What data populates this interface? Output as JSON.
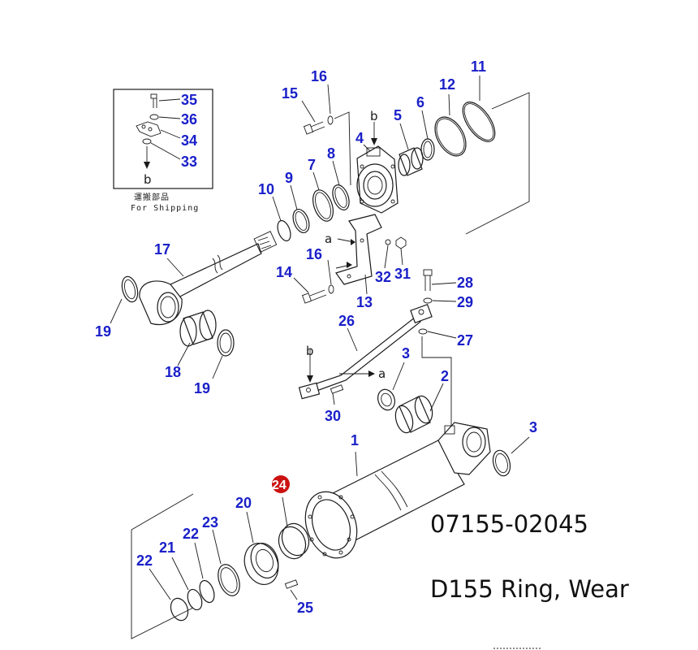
{
  "callouts": {
    "c1": "1",
    "c2": "2",
    "c3a": "3",
    "c3b": "3",
    "c4": "4",
    "c5": "5",
    "c6": "6",
    "c7": "7",
    "c8": "8",
    "c9": "9",
    "c10": "10",
    "c11": "11",
    "c12": "12",
    "c13": "13",
    "c14": "14",
    "c15": "15",
    "c16a": "16",
    "c16b": "16",
    "c17": "17",
    "c18": "18",
    "c19a": "19",
    "c19b": "19",
    "c20": "20",
    "c21": "21",
    "c22a": "22",
    "c22b": "22",
    "c23": "23",
    "c24": "24",
    "c25": "25",
    "c26": "26",
    "c27": "27",
    "c28": "28",
    "c29": "29",
    "c30": "30",
    "c31": "31",
    "c32": "32",
    "c33": "33",
    "c34": "34",
    "c35": "35",
    "c36": "36"
  },
  "ref_letters": {
    "b_top": "b",
    "a_clamp": "a",
    "b_inset": "b",
    "b_bracket": "b",
    "a_bracket": "a"
  },
  "inset": {
    "japanese_label": "運搬部品",
    "shipping_label": "For Shipping"
  },
  "highlight": {
    "callout": "24",
    "color": "#cc1111"
  },
  "part_number": "07155-02045",
  "part_description": "D155 Ring, Wear"
}
